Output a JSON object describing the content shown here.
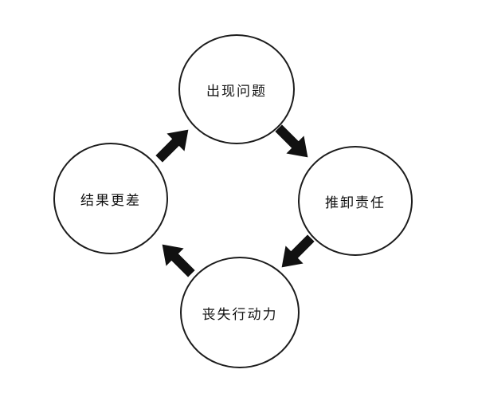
{
  "diagram": {
    "name": "vicious-cycle-diagram",
    "nodes": [
      {
        "id": "problem-appears",
        "label": "出现问题"
      },
      {
        "id": "shift-blame",
        "label": "推卸责任"
      },
      {
        "id": "lose-motivation",
        "label": "丧失行动力"
      },
      {
        "id": "worse-results",
        "label": "结果更差"
      }
    ],
    "flow": [
      "problem-appears -> shift-blame",
      "shift-blame -> lose-motivation",
      "lose-motivation -> worse-results",
      "worse-results -> problem-appears"
    ],
    "colors": {
      "background": "#ffffff",
      "circle_stroke": "#1c1c1c",
      "arrow_fill": "#111111",
      "text": "#111111"
    }
  }
}
